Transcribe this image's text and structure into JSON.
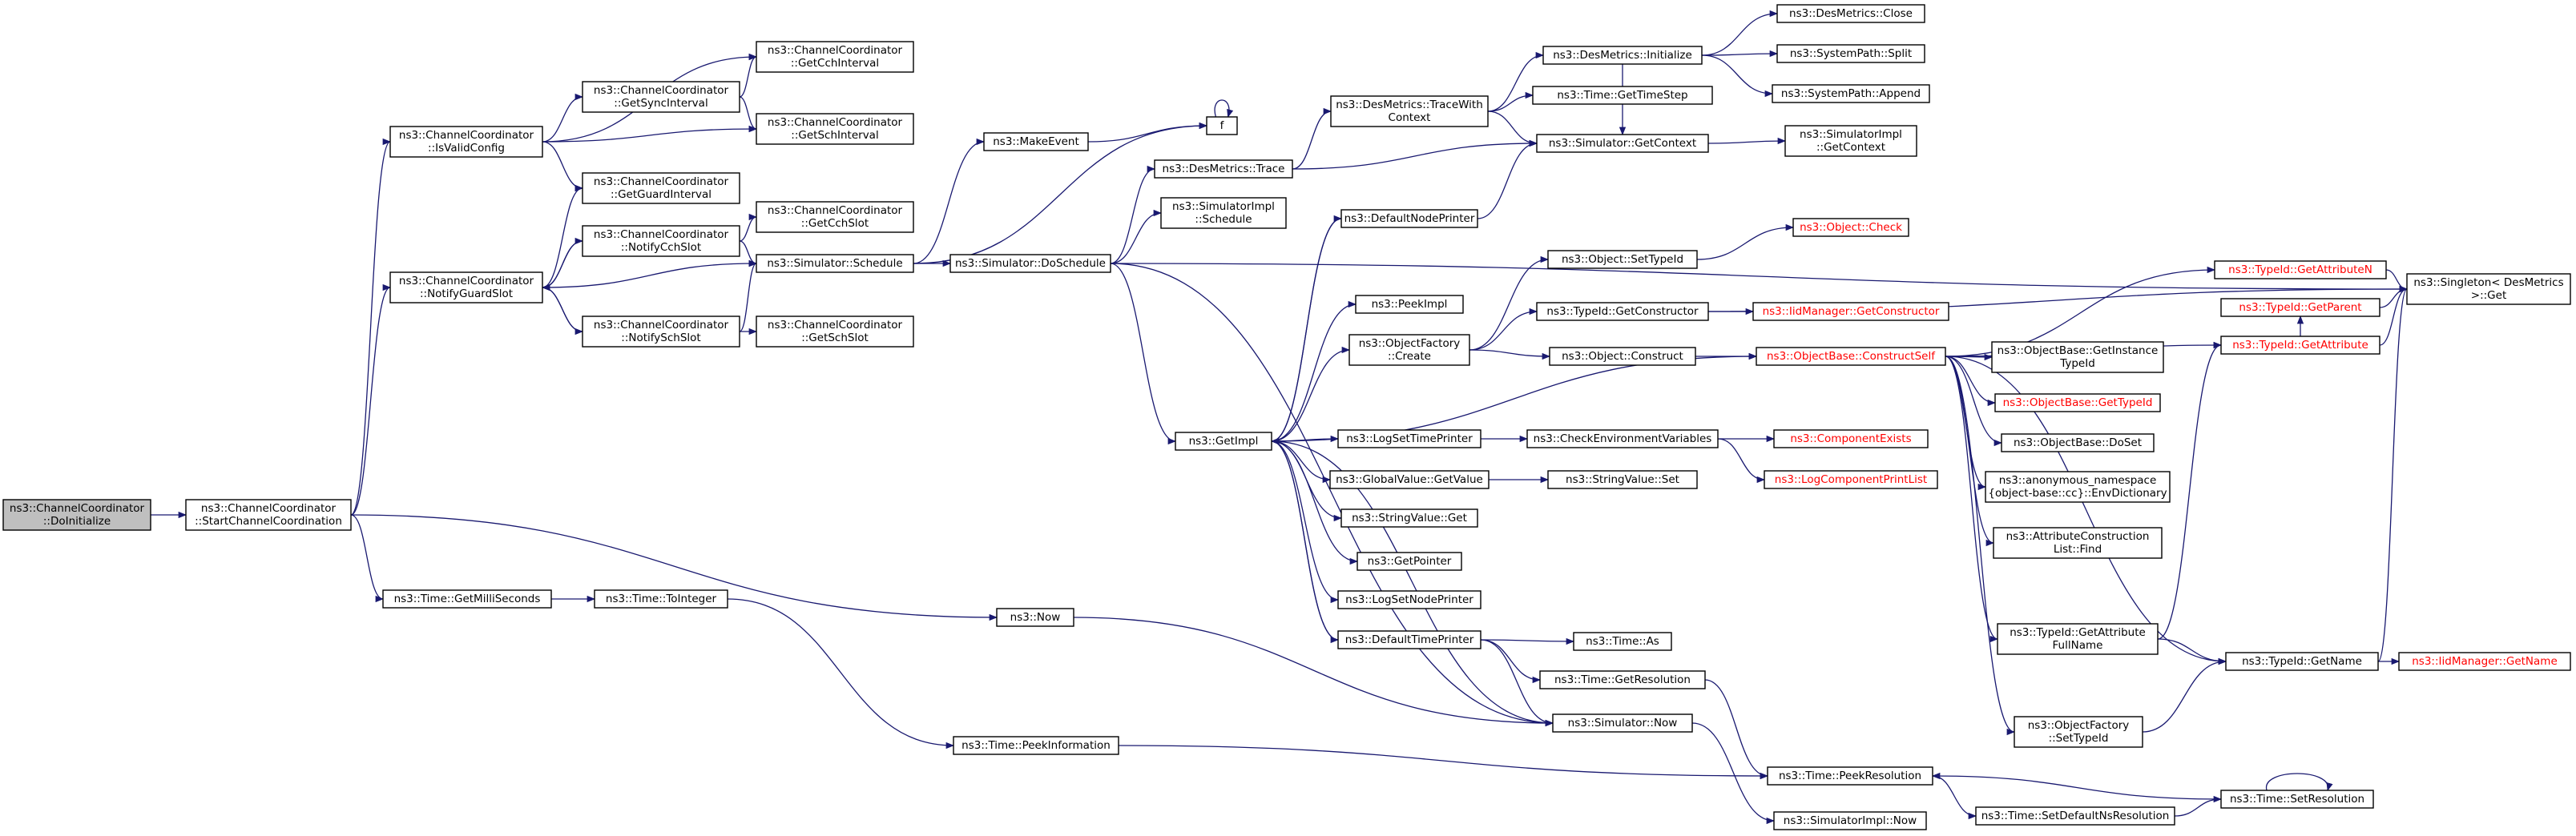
{
  "colors": {
    "edge": "#191970",
    "box_stroke": "#000000",
    "box_fill": "#ffffff",
    "box_fill_root": "#bfbfbf",
    "text": "#000000",
    "text_truncated": "#ff0000",
    "box_stroke_truncated": "#ff0000"
  },
  "nodes": [
    {
      "id": "n1",
      "lines": [
        "ns3::ChannelCoordinator",
        "::DoInitialize"
      ],
      "root": true
    },
    {
      "id": "n2",
      "lines": [
        "ns3::ChannelCoordinator",
        "::StartChannelCoordination"
      ]
    },
    {
      "id": "n3",
      "lines": [
        "ns3::ChannelCoordinator",
        "::IsValidConfig"
      ]
    },
    {
      "id": "n4",
      "lines": [
        "ns3::ChannelCoordinator",
        "::NotifyGuardSlot"
      ]
    },
    {
      "id": "n5",
      "lines": [
        "ns3::Time::GetMilliSeconds"
      ]
    },
    {
      "id": "n6",
      "lines": [
        "ns3::ChannelCoordinator",
        "::GetCchInterval"
      ]
    },
    {
      "id": "n7",
      "lines": [
        "ns3::ChannelCoordinator",
        "::GetSyncInterval"
      ]
    },
    {
      "id": "n8",
      "lines": [
        "ns3::ChannelCoordinator",
        "::GetSchInterval"
      ]
    },
    {
      "id": "n9",
      "lines": [
        "ns3::ChannelCoordinator",
        "::GetGuardInterval"
      ]
    },
    {
      "id": "n10",
      "lines": [
        "ns3::ChannelCoordinator",
        "::NotifyCchSlot"
      ]
    },
    {
      "id": "n11",
      "lines": [
        "ns3::ChannelCoordinator",
        "::NotifySchSlot"
      ]
    },
    {
      "id": "n12",
      "lines": [
        "ns3::ChannelCoordinator",
        "::GetCchSlot"
      ]
    },
    {
      "id": "n13",
      "lines": [
        "ns3::ChannelCoordinator",
        "::GetSchSlot"
      ]
    },
    {
      "id": "n14",
      "lines": [
        "ns3::Time::ToInteger"
      ]
    },
    {
      "id": "n15",
      "lines": [
        "ns3::Simulator::Schedule"
      ]
    },
    {
      "id": "n16",
      "lines": [
        "ns3::MakeEvent"
      ]
    },
    {
      "id": "n17",
      "lines": [
        "ns3::Now"
      ]
    },
    {
      "id": "n18",
      "lines": [
        "ns3::Time::PeekInformation"
      ]
    },
    {
      "id": "n19",
      "lines": [
        "ns3::Simulator::DoSchedule"
      ]
    },
    {
      "id": "n20",
      "lines": [
        "ns3::DesMetrics::Trace"
      ]
    },
    {
      "id": "n21",
      "lines": [
        "ns3::SimulatorImpl",
        "::Schedule"
      ]
    },
    {
      "id": "n22",
      "lines": [
        "ns3::GetImpl"
      ]
    },
    {
      "id": "n23",
      "lines": [
        "f"
      ]
    },
    {
      "id": "n24",
      "lines": [
        "ns3::DesMetrics::TraceWith",
        "Context"
      ]
    },
    {
      "id": "n25",
      "lines": [
        "ns3::DefaultNodePrinter"
      ]
    },
    {
      "id": "n26",
      "lines": [
        "ns3::PeekImpl"
      ]
    },
    {
      "id": "n27",
      "lines": [
        "ns3::ObjectFactory",
        "::Create"
      ]
    },
    {
      "id": "n28",
      "lines": [
        "ns3::LogSetTimePrinter"
      ]
    },
    {
      "id": "n29",
      "lines": [
        "ns3::GlobalValue::GetValue"
      ]
    },
    {
      "id": "n30",
      "lines": [
        "ns3::StringValue::Get"
      ]
    },
    {
      "id": "n31",
      "lines": [
        "ns3::GetPointer"
      ]
    },
    {
      "id": "n32",
      "lines": [
        "ns3::LogSetNodePrinter"
      ]
    },
    {
      "id": "n33",
      "lines": [
        "ns3::DefaultTimePrinter"
      ]
    },
    {
      "id": "n34",
      "lines": [
        "ns3::DesMetrics::Initialize"
      ]
    },
    {
      "id": "n35",
      "lines": [
        "ns3::Time::GetTimeStep"
      ]
    },
    {
      "id": "n36",
      "lines": [
        "ns3::Simulator::GetContext"
      ]
    },
    {
      "id": "n37",
      "lines": [
        "ns3::Object::SetTypeId"
      ]
    },
    {
      "id": "n38",
      "lines": [
        "ns3::TypeId::GetConstructor"
      ]
    },
    {
      "id": "n39",
      "lines": [
        "ns3::Object::Construct"
      ]
    },
    {
      "id": "n40",
      "lines": [
        "ns3::CheckEnvironmentVariables"
      ]
    },
    {
      "id": "n41",
      "lines": [
        "ns3::StringValue::Set"
      ]
    },
    {
      "id": "n42",
      "lines": [
        "ns3::Time::As"
      ]
    },
    {
      "id": "n43",
      "lines": [
        "ns3::Time::GetResolution"
      ]
    },
    {
      "id": "n44",
      "lines": [
        "ns3::Simulator::Now"
      ]
    },
    {
      "id": "n45",
      "lines": [
        "ns3::DesMetrics::Close"
      ]
    },
    {
      "id": "n46",
      "lines": [
        "ns3::SystemPath::Split"
      ]
    },
    {
      "id": "n47",
      "lines": [
        "ns3::SystemPath::Append"
      ]
    },
    {
      "id": "n48",
      "lines": [
        "ns3::SimulatorImpl",
        "::GetContext"
      ]
    },
    {
      "id": "n49",
      "lines": [
        "ns3::Object::Check"
      ],
      "truncated": true
    },
    {
      "id": "n50",
      "lines": [
        "ns3::IidManager::GetConstructor"
      ],
      "truncated": true
    },
    {
      "id": "n51",
      "lines": [
        "ns3::ObjectBase::ConstructSelf"
      ],
      "truncated": true
    },
    {
      "id": "n52",
      "lines": [
        "ns3::ComponentExists"
      ],
      "truncated": true
    },
    {
      "id": "n53",
      "lines": [
        "ns3::LogComponentPrintList"
      ],
      "truncated": true
    },
    {
      "id": "n54",
      "lines": [
        "ns3::Time::PeekResolution"
      ]
    },
    {
      "id": "n55",
      "lines": [
        "ns3::SimulatorImpl::Now"
      ]
    },
    {
      "id": "n56",
      "lines": [
        "ns3::ObjectBase::GetInstance",
        "TypeId"
      ]
    },
    {
      "id": "n57",
      "lines": [
        "ns3::ObjectBase::GetTypeId"
      ],
      "truncated": true
    },
    {
      "id": "n58",
      "lines": [
        "ns3::ObjectBase::DoSet"
      ]
    },
    {
      "id": "n59",
      "lines": [
        "ns3::anonymous_namespace",
        "{object-base::cc}::EnvDictionary"
      ]
    },
    {
      "id": "n60",
      "lines": [
        "ns3::AttributeConstruction",
        "List::Find"
      ]
    },
    {
      "id": "n61",
      "lines": [
        "ns3::TypeId::GetAttribute",
        "FullName"
      ]
    },
    {
      "id": "n62",
      "lines": [
        "ns3::ObjectFactory",
        "::SetTypeId"
      ]
    },
    {
      "id": "n63",
      "lines": [
        "ns3::TypeId::GetAttributeN"
      ],
      "truncated": true
    },
    {
      "id": "n64",
      "lines": [
        "ns3::TypeId::GetParent"
      ],
      "truncated": true
    },
    {
      "id": "n65",
      "lines": [
        "ns3::TypeId::GetAttribute"
      ],
      "truncated": true
    },
    {
      "id": "n66",
      "lines": [
        "ns3::TypeId::GetName"
      ]
    },
    {
      "id": "n67",
      "lines": [
        "ns3::Time::SetDefaultNsResolution"
      ]
    },
    {
      "id": "n68",
      "lines": [
        "ns3::Time::SetResolution"
      ]
    },
    {
      "id": "n69",
      "lines": [
        "ns3::Singleton< DesMetrics",
        ">::Get"
      ]
    },
    {
      "id": "n70",
      "lines": [
        "ns3::IidManager::GetName"
      ],
      "truncated": true
    }
  ],
  "edges": [
    [
      "n1",
      "n2"
    ],
    [
      "n2",
      "n3"
    ],
    [
      "n2",
      "n4"
    ],
    [
      "n2",
      "n5"
    ],
    [
      "n2",
      "n17"
    ],
    [
      "n3",
      "n6"
    ],
    [
      "n3",
      "n7"
    ],
    [
      "n3",
      "n8"
    ],
    [
      "n3",
      "n9"
    ],
    [
      "n7",
      "n6"
    ],
    [
      "n7",
      "n8"
    ],
    [
      "n4",
      "n9"
    ],
    [
      "n4",
      "n10"
    ],
    [
      "n4",
      "n11"
    ],
    [
      "n4",
      "n15"
    ],
    [
      "n10",
      "n12"
    ],
    [
      "n10",
      "n15"
    ],
    [
      "n10",
      "n4"
    ],
    [
      "n11",
      "n13"
    ],
    [
      "n11",
      "n15"
    ],
    [
      "n11",
      "n4"
    ],
    [
      "n5",
      "n14"
    ],
    [
      "n14",
      "n18"
    ],
    [
      "n15",
      "n16"
    ],
    [
      "n15",
      "n19"
    ],
    [
      "n15",
      "n23"
    ],
    [
      "n16",
      "n23"
    ],
    [
      "n23",
      "n23"
    ],
    [
      "n17",
      "n44"
    ],
    [
      "n18",
      "n54"
    ],
    [
      "n19",
      "n20"
    ],
    [
      "n19",
      "n21"
    ],
    [
      "n19",
      "n22"
    ],
    [
      "n19",
      "n44"
    ],
    [
      "n19",
      "n69"
    ],
    [
      "n20",
      "n24"
    ],
    [
      "n20",
      "n36"
    ],
    [
      "n24",
      "n34"
    ],
    [
      "n24",
      "n35"
    ],
    [
      "n24",
      "n36"
    ],
    [
      "n22",
      "n25"
    ],
    [
      "n22",
      "n26"
    ],
    [
      "n22",
      "n27"
    ],
    [
      "n22",
      "n28"
    ],
    [
      "n22",
      "n29"
    ],
    [
      "n22",
      "n30"
    ],
    [
      "n22",
      "n31"
    ],
    [
      "n22",
      "n32"
    ],
    [
      "n22",
      "n33"
    ],
    [
      "n22",
      "n51"
    ],
    [
      "n25",
      "n36"
    ],
    [
      "n25",
      "n22"
    ],
    [
      "n44",
      "n22"
    ],
    [
      "n33",
      "n22"
    ],
    [
      "n27",
      "n37"
    ],
    [
      "n27",
      "n38"
    ],
    [
      "n27",
      "n39"
    ],
    [
      "n28",
      "n40"
    ],
    [
      "n29",
      "n41"
    ],
    [
      "n33",
      "n42"
    ],
    [
      "n33",
      "n43"
    ],
    [
      "n33",
      "n44"
    ],
    [
      "n34",
      "n45"
    ],
    [
      "n34",
      "n46"
    ],
    [
      "n34",
      "n47"
    ],
    [
      "n34",
      "n36"
    ],
    [
      "n36",
      "n48"
    ],
    [
      "n37",
      "n49"
    ],
    [
      "n38",
      "n50"
    ],
    [
      "n38",
      "n69"
    ],
    [
      "n39",
      "n51"
    ],
    [
      "n40",
      "n52"
    ],
    [
      "n40",
      "n53"
    ],
    [
      "n43",
      "n54"
    ],
    [
      "n44",
      "n55"
    ],
    [
      "n51",
      "n56"
    ],
    [
      "n51",
      "n57"
    ],
    [
      "n51",
      "n58"
    ],
    [
      "n51",
      "n59"
    ],
    [
      "n51",
      "n60"
    ],
    [
      "n51",
      "n61"
    ],
    [
      "n51",
      "n62"
    ],
    [
      "n51",
      "n63"
    ],
    [
      "n51",
      "n65"
    ],
    [
      "n51",
      "n66"
    ],
    [
      "n61",
      "n66"
    ],
    [
      "n61",
      "n65"
    ],
    [
      "n62",
      "n66"
    ],
    [
      "n63",
      "n69"
    ],
    [
      "n65",
      "n64"
    ],
    [
      "n65",
      "n69"
    ],
    [
      "n64",
      "n69"
    ],
    [
      "n66",
      "n69"
    ],
    [
      "n66",
      "n70"
    ],
    [
      "n54",
      "n67"
    ],
    [
      "n67",
      "n68"
    ],
    [
      "n68",
      "n54"
    ],
    [
      "n68",
      "n68"
    ]
  ]
}
